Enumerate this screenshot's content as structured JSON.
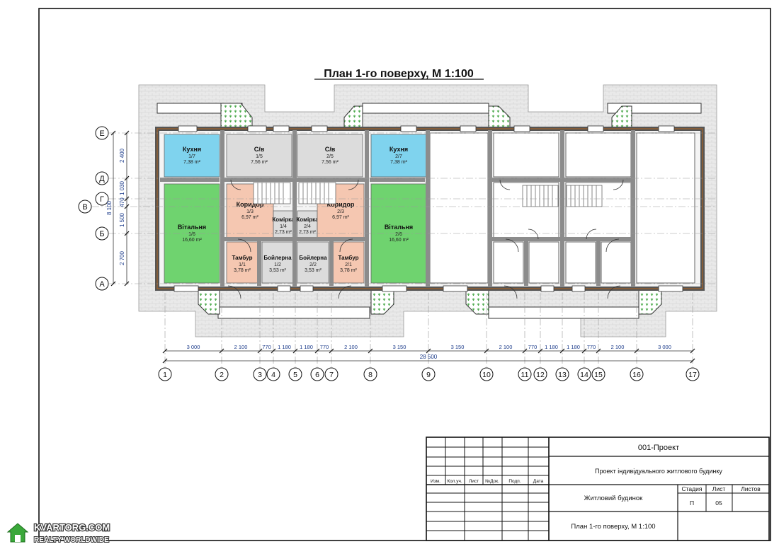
{
  "drawing": {
    "title": "План 1-го поверху, М 1:100",
    "axes_letters": [
      "Е",
      "Д",
      "Г",
      "В",
      "Б",
      "А"
    ],
    "axes_numbers": [
      "1",
      "2",
      "3",
      "4",
      "5",
      "6",
      "7",
      "8",
      "9",
      "10",
      "11",
      "12",
      "13",
      "14",
      "15",
      "16",
      "17"
    ],
    "dims_vertical": [
      "2 400",
      "1 030",
      "470",
      "1 500",
      "2 700"
    ],
    "dim_total_vertical": "8 100",
    "dims_horizontal": [
      "3 000",
      "2 100",
      "770",
      "1 180",
      "1 180",
      "770",
      "2 100",
      "3 150",
      "3 150",
      "2 100",
      "770",
      "1 180",
      "1 180",
      "770",
      "2 100",
      "3 000"
    ],
    "dim_total_horizontal": "28 500"
  },
  "rooms": [
    {
      "name": "Кухня",
      "num": "1/7",
      "area": "7,38 m²",
      "color": "#7fd3ee"
    },
    {
      "name": "С/в",
      "num": "1/5",
      "area": "7,56 m²",
      "color": "#dcdcdc"
    },
    {
      "name": "С/в",
      "num": "2/5",
      "area": "7,56 m²",
      "color": "#dcdcdc"
    },
    {
      "name": "Кухня",
      "num": "2/7",
      "area": "7,38 m²",
      "color": "#7fd3ee"
    },
    {
      "name": "Вітальня",
      "num": "1/6",
      "area": "16,60 m²",
      "color": "#6fd36f"
    },
    {
      "name": "Коридор",
      "num": "1/3",
      "area": "6,97 m²",
      "color": "#f5c7b1"
    },
    {
      "name": "Комірка",
      "num": "1/4",
      "area": "2,73 m²",
      "color": "#dcdcdc"
    },
    {
      "name": "Комірка",
      "num": "2/4",
      "area": "2,73 m²",
      "color": "#dcdcdc"
    },
    {
      "name": "Коридор",
      "num": "2/3",
      "area": "6,97 m²",
      "color": "#f5c7b1"
    },
    {
      "name": "Вітальня",
      "num": "2/6",
      "area": "16,60 m²",
      "color": "#6fd36f"
    },
    {
      "name": "Тамбур",
      "num": "1/1",
      "area": "3,78 m²",
      "color": "#f5c7b1"
    },
    {
      "name": "Бойлерна",
      "num": "1/2",
      "area": "3,53 m²",
      "color": "#dcdcdc"
    },
    {
      "name": "Бойлерна",
      "num": "2/2",
      "area": "3,53 m²",
      "color": "#dcdcdc"
    },
    {
      "name": "Тамбур",
      "num": "2/1",
      "area": "3,78 m²",
      "color": "#f5c7b1"
    }
  ],
  "stamp": {
    "project_code": "001-Проект",
    "project_name": "Проект індивідуального житлового будинку",
    "object_name": "Житловий будинок",
    "sheet_title": "План 1-го поверху, М 1:100",
    "headers": [
      "Изм.",
      "Кол.уч.",
      "Лист",
      "№Док.",
      "Подп.",
      "Дата"
    ],
    "stage_label": "Стадия",
    "sheet_label": "Лист",
    "sheets_label": "Листов",
    "stage_value": "П",
    "sheet_value": "05"
  },
  "watermark": {
    "brand": "KVARTORG.COM",
    "tagline": "REALTY WORLDWIDE"
  }
}
